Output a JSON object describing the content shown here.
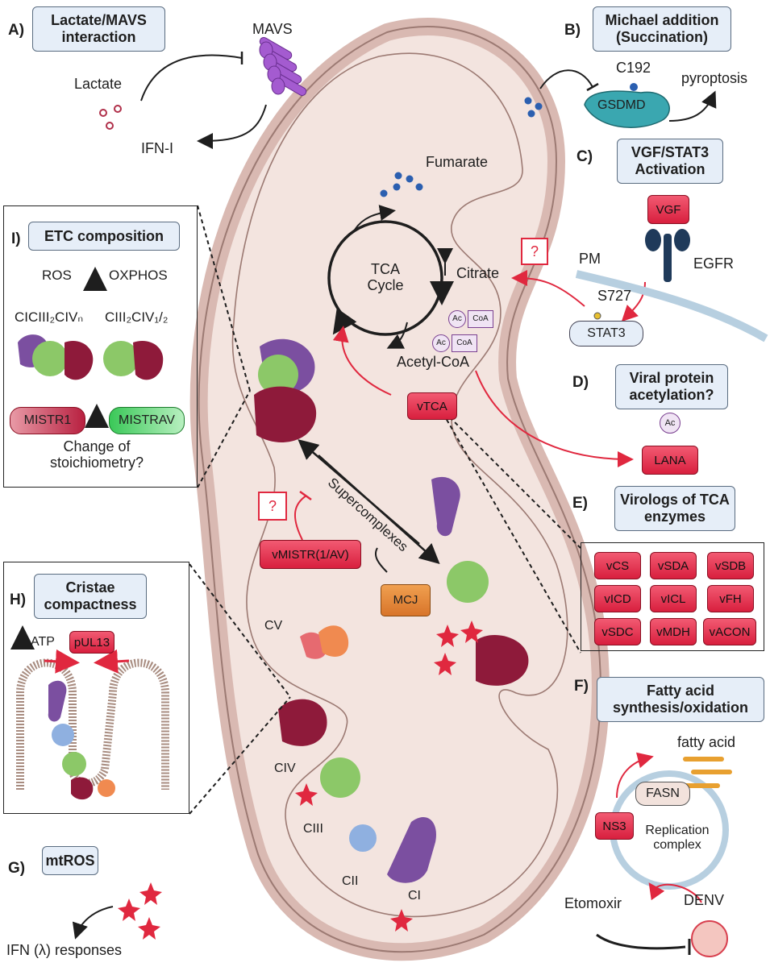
{
  "sections": {
    "a": {
      "letter": "A)",
      "title": "Lactate/MAVS interaction",
      "mavs": "MAVS",
      "lactate": "Lactate",
      "ifn": "IFN-I"
    },
    "b": {
      "letter": "B)",
      "title": "Michael addition (Succination)",
      "site": "C192",
      "gsdmd": "GSDMD",
      "outcome": "pyroptosis"
    },
    "c": {
      "letter": "C)",
      "title": "VGF/STAT3 Activation",
      "vgf": "VGF",
      "egfr": "EGFR",
      "pm": "PM",
      "site": "S727",
      "stat3": "STAT3",
      "question": "?"
    },
    "d": {
      "letter": "D)",
      "title": "Viral protein acetylation?",
      "ac": "Ac",
      "lana": "LANA"
    },
    "e": {
      "letter": "E)",
      "title": "Virologs of TCA enzymes",
      "enzymes": [
        "vCS",
        "vSDA",
        "vSDB",
        "vICD",
        "vICL",
        "vFH",
        "vSDC",
        "vMDH",
        "vACON"
      ]
    },
    "f": {
      "letter": "F)",
      "title": "Fatty acid synthesis/oxidation",
      "fatty_acid": "fatty acid",
      "fasn": "FASN",
      "ns3": "NS3",
      "replication": "Replication complex",
      "etomoxir": "Etomoxir",
      "denv": "DENV"
    },
    "g": {
      "letter": "G)",
      "title": "mtROS",
      "response": "IFN (λ) responses"
    },
    "h": {
      "letter": "H)",
      "title": "Cristae compactness",
      "atp": "ATP",
      "pul13": "pUL13"
    },
    "i": {
      "letter": "I)",
      "title": "ETC composition",
      "ros": "ROS",
      "oxphos": "OXPHOS",
      "sc1": "CICIII₂CIVₙ",
      "sc2": "CIII₂CIV₁/₂",
      "mistr1": "MISTR1",
      "mistrav": "MISTRAV",
      "change": "Change of stoichiometry?"
    }
  },
  "mito": {
    "fumarate": "Fumarate",
    "tca": "TCA Cycle",
    "citrate": "Citrate",
    "acetyl_coa": "Acetyl-CoA",
    "ac": "Ac",
    "coa": "CoA",
    "vtca": "vTCA",
    "supercomplexes": "Supercomplexes",
    "question": "?",
    "vmistr": "vMISTR(1/AV)",
    "mcj": "MCJ",
    "cv": "CV",
    "civ": "CIV",
    "ciii": "CIII",
    "cii": "CII",
    "ci": "CI"
  },
  "colors": {
    "accent_red": "#e0283f",
    "ci_purple": "#7b4fa0",
    "ciii_green": "#8cc868",
    "civ_maroon": "#8e1a3a",
    "cii_blue": "#8fb0e0",
    "cv_orange": "#f08a50",
    "mito_fill": "#f3e4df",
    "membrane": "#d9b9b2"
  }
}
